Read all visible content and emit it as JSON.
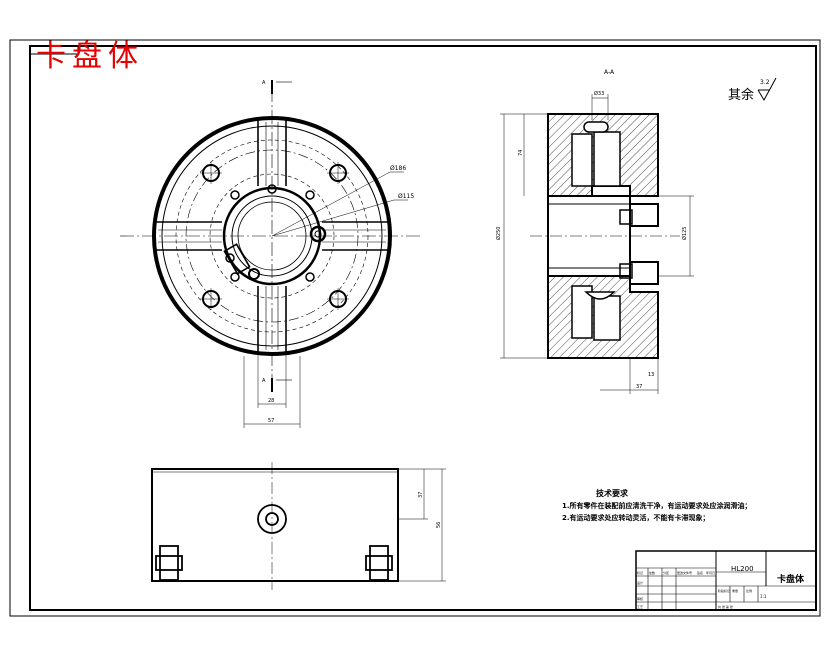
{
  "drawing": {
    "title": "卡盘体",
    "roughness_label": "其余",
    "roughness_value": "3.2",
    "section_label": "A-A",
    "cut_mark": "A"
  },
  "dimensions": {
    "bolt_circle": "Ø186",
    "inner_circle": "Ø115",
    "slot_width": "28",
    "body_width": "57",
    "outer_diameter": "Ø250",
    "bore_diameter": "Ø125",
    "step_height": "74",
    "hole_diameter": "Ø33",
    "right_width": "37",
    "right_small": "13",
    "plan_height_1": "37",
    "plan_height_2": "56"
  },
  "tech_requirements": {
    "title": "技术要求",
    "items": [
      "1.所有零件在装配前应清洗干净，有运动要求处应涂润滑油；",
      "2.有运动要求处应转动灵活，不能有卡滞现象；"
    ]
  },
  "title_block": {
    "code": "HL200",
    "part_name": "卡盘体",
    "scale": "1:1",
    "row_labels": [
      "标记",
      "处数",
      "分区",
      "更改文件号",
      "签名",
      "年月日"
    ],
    "roles": [
      "设计",
      "审核",
      "工艺"
    ],
    "col_labels": [
      "阶段标记",
      "重量",
      "比例"
    ],
    "sheet": "共 张 第 张"
  }
}
